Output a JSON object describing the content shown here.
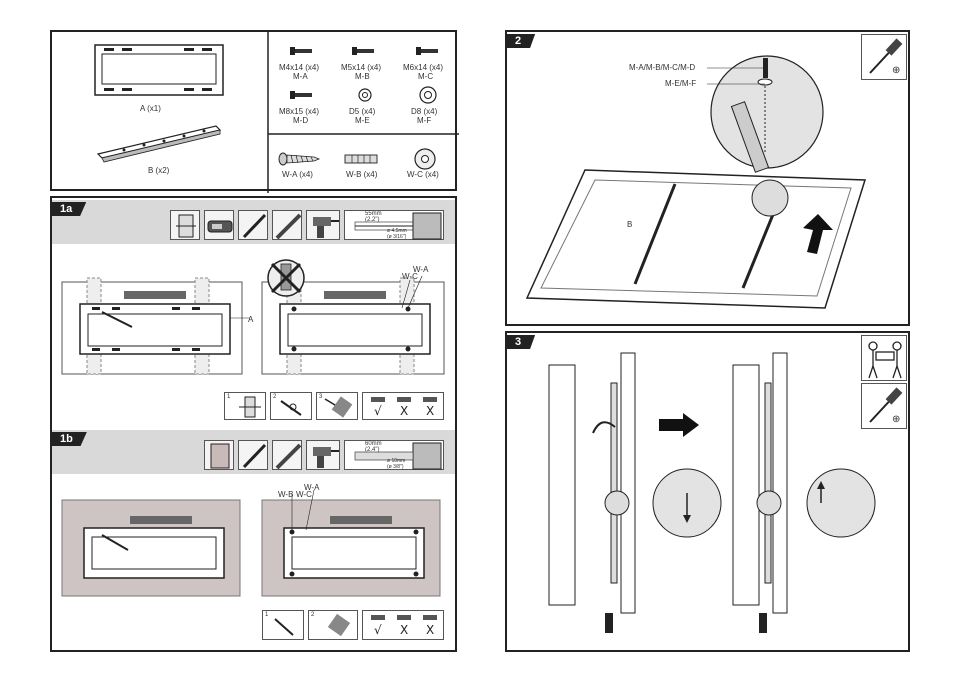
{
  "parts": {
    "bracket_a": "A (x1)",
    "rail_b": "B (x2)",
    "screws": [
      {
        "size": "M4x14 (x4)",
        "code": "M-A"
      },
      {
        "size": "M5x14 (x4)",
        "code": "M-B"
      },
      {
        "size": "M6x14 (x4)",
        "code": "M-C"
      },
      {
        "size": "M8x15 (x4)",
        "code": "M-D"
      },
      {
        "size": "D5 (x4)",
        "code": "M-E"
      },
      {
        "size": "D8 (x4)",
        "code": "M-F"
      }
    ],
    "wall": [
      {
        "label": "W-A (x4)"
      },
      {
        "label": "W-B (x4)"
      },
      {
        "label": "W-C (x4)"
      }
    ]
  },
  "step1a": {
    "tag": "1a",
    "bracket_label": "A",
    "wa": "W-A",
    "wc": "W-C",
    "drill": {
      "depth": "55mm",
      "len": "(2.2\")",
      "dia": "ø 4.5mm",
      "dia_in": "(ø 3/16\")"
    },
    "steps": [
      "1",
      "2",
      "3"
    ],
    "checks": [
      "√",
      "X",
      "X"
    ]
  },
  "step1b": {
    "tag": "1b",
    "wb": "W-B",
    "wa": "W-A",
    "wc": "W-C",
    "drill": {
      "depth": "60mm",
      "len": "(2.4\")",
      "dia": "ø 10mm",
      "dia_in": "(ø 3/8\")"
    },
    "steps": [
      "1",
      "2"
    ],
    "checks": [
      "√",
      "X",
      "X"
    ]
  },
  "step2": {
    "tag": "2",
    "screw_label": "M-A/M-B/M-C/M-D",
    "washer_label": "M-E/M-F",
    "rail_label": "B"
  },
  "step3": {
    "tag": "3"
  },
  "icons": {
    "plus": "⊕"
  }
}
